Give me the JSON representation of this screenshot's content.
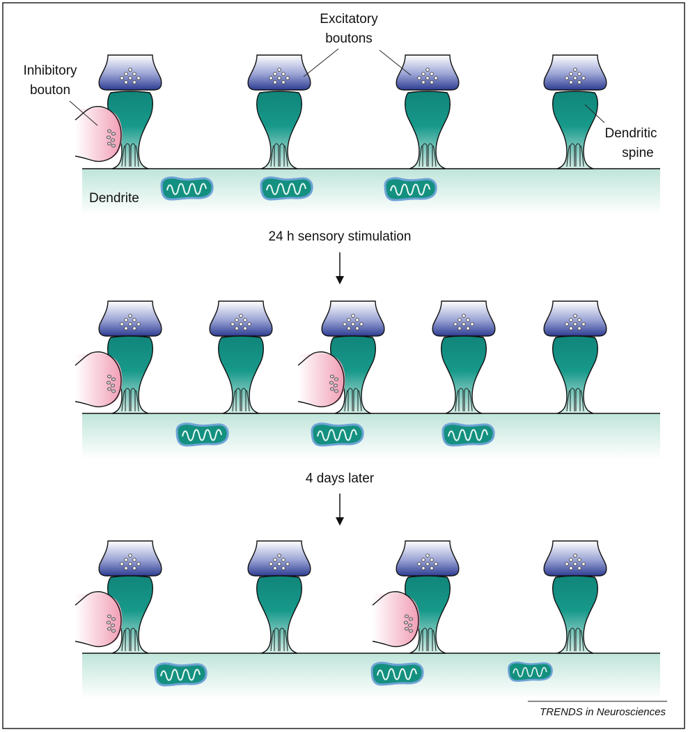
{
  "labels": {
    "excitatory_line1": "Excitatory",
    "excitatory_line2": "boutons",
    "inhibitory_line1": "Inhibitory",
    "inhibitory_line2": "bouton",
    "spine_line1": "Dendritic",
    "spine_line2": "spine",
    "dendrite": "Dendrite"
  },
  "steps": {
    "step1": "24 h sensory stimulation",
    "step2": "4 days later"
  },
  "credit": "TRENDS in Neurosciences",
  "colors": {
    "bouton_blue": "#3a4a9e",
    "spine_teal": "#13907f",
    "dendrite_teal": "#c6e8de",
    "inhibitory_pink": "#f2a9be",
    "mito_border": "#6fa3d6"
  }
}
